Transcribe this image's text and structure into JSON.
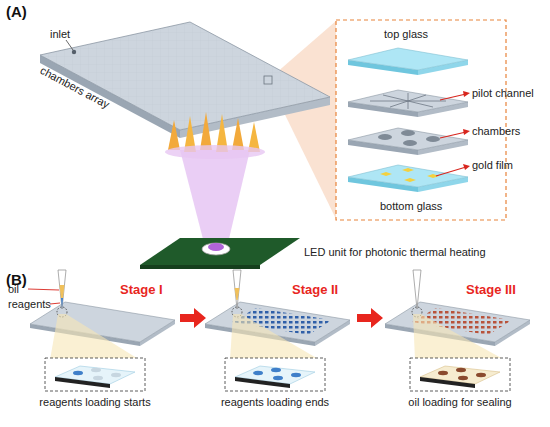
{
  "diagram": {
    "labels": [
      "(A)",
      "inlet",
      "chambers array",
      "top glass",
      "pilot channel",
      "chambers",
      "gold film",
      "bottom glass",
      "LED unit for photonic thermal heating",
      "(B)",
      "oil",
      "reagents",
      "Stage I",
      "Stage II",
      "Stage III",
      "reagents loading starts",
      "reagents loading ends",
      "oil loading for sealing"
    ]
  }
}
